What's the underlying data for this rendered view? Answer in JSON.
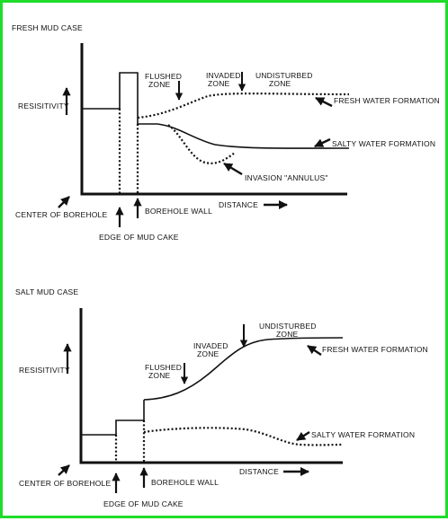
{
  "colors": {
    "frame": "#1fdc2a",
    "ink": "#111111",
    "background": "#ffffff"
  },
  "fresh_mud_case": {
    "title": "FRESH MUD CASE",
    "resistivity": "RESISITIVITY",
    "flushed_1": "FLUSHED",
    "flushed_2": "ZONE",
    "invaded_1": "INVADED",
    "invaded_2": "ZONE",
    "undisturbed_1": "UNDISTURBED",
    "undisturbed_2": "ZONE",
    "fresh_water": "FRESH WATER FORMATION",
    "salty_water": "SALTY WATER FORMATION",
    "invasion": "INVASION \"ANNULUS\"",
    "distance": "DISTANCE",
    "center": "CENTER OF BOREHOLE",
    "wall": "BOREHOLE WALL",
    "mudcake": "EDGE OF MUD CAKE"
  },
  "salt_mud_case": {
    "title": "SALT MUD CASE",
    "resistivity": "RESISITIVITY",
    "flushed_1": "FLUSHED",
    "flushed_2": "ZONE",
    "invaded_1": "INVADED",
    "invaded_2": "ZONE",
    "undisturbed_1": "UNDISTURBED",
    "undisturbed_2": "ZONE",
    "fresh_water": "FRESH WATER FORMATION",
    "salty_water": "SALTY WATER FORMATION",
    "distance": "DISTANCE",
    "center": "CENTER OF BOREHOLE",
    "wall": "BOREHOLE WALL",
    "mudcake": "EDGE OF MUD CAKE"
  }
}
